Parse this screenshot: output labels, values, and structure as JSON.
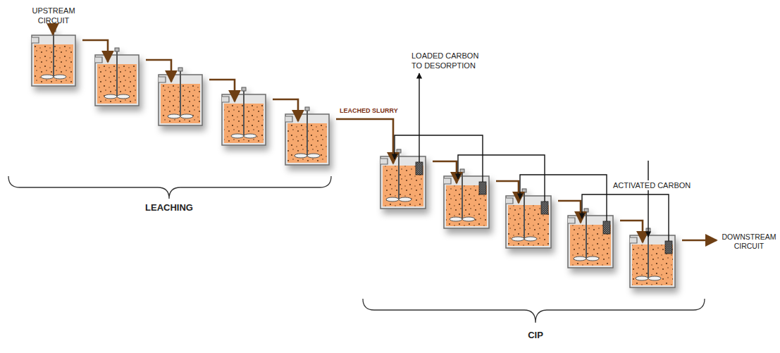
{
  "diagram": {
    "labels": [
      "UPSTREAM CIRCUIT",
      "LEACHED SLURRY",
      "LOADED CARBON TO DESORPTION",
      "ACTIVATED CARBON",
      "DOWNSTREAM CIRCUIT",
      "LEACHING",
      "CIP"
    ]
  }
}
